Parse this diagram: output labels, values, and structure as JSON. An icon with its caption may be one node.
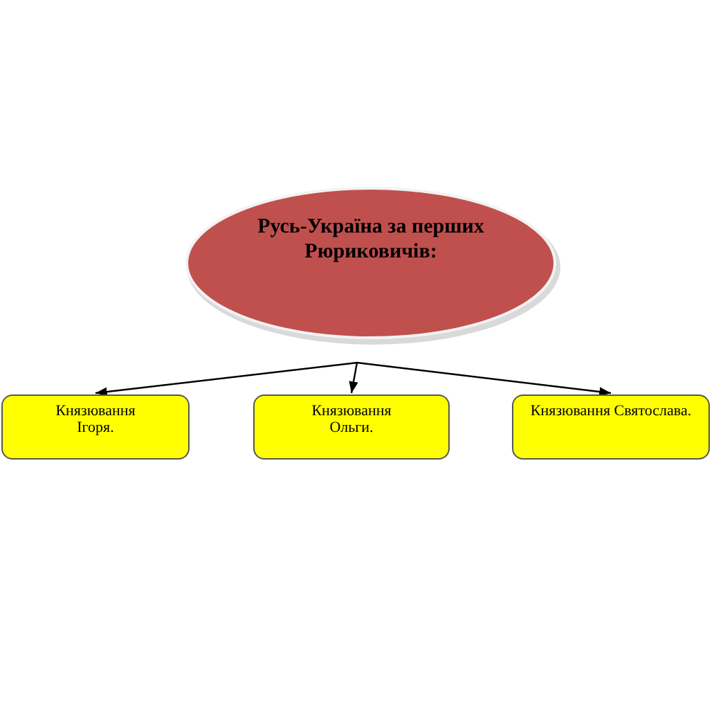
{
  "diagram": {
    "nodes": [
      {
        "text": [
          "Русь-Україна за перших Рюриковичів:"
        ]
      },
      {
        "text": [
          "Князювання Ігоря."
        ]
      },
      {
        "text": [
          "Князювання Ольги."
        ]
      },
      {
        "text": [
          "Князювання Святослава."
        ]
      }
    ],
    "edges": [
      {
        "from": 0,
        "to": 1,
        "arrow": "to"
      },
      {
        "from": 0,
        "to": 2,
        "arrow": "to"
      },
      {
        "from": 0,
        "to": 3,
        "arrow": "to"
      }
    ]
  }
}
